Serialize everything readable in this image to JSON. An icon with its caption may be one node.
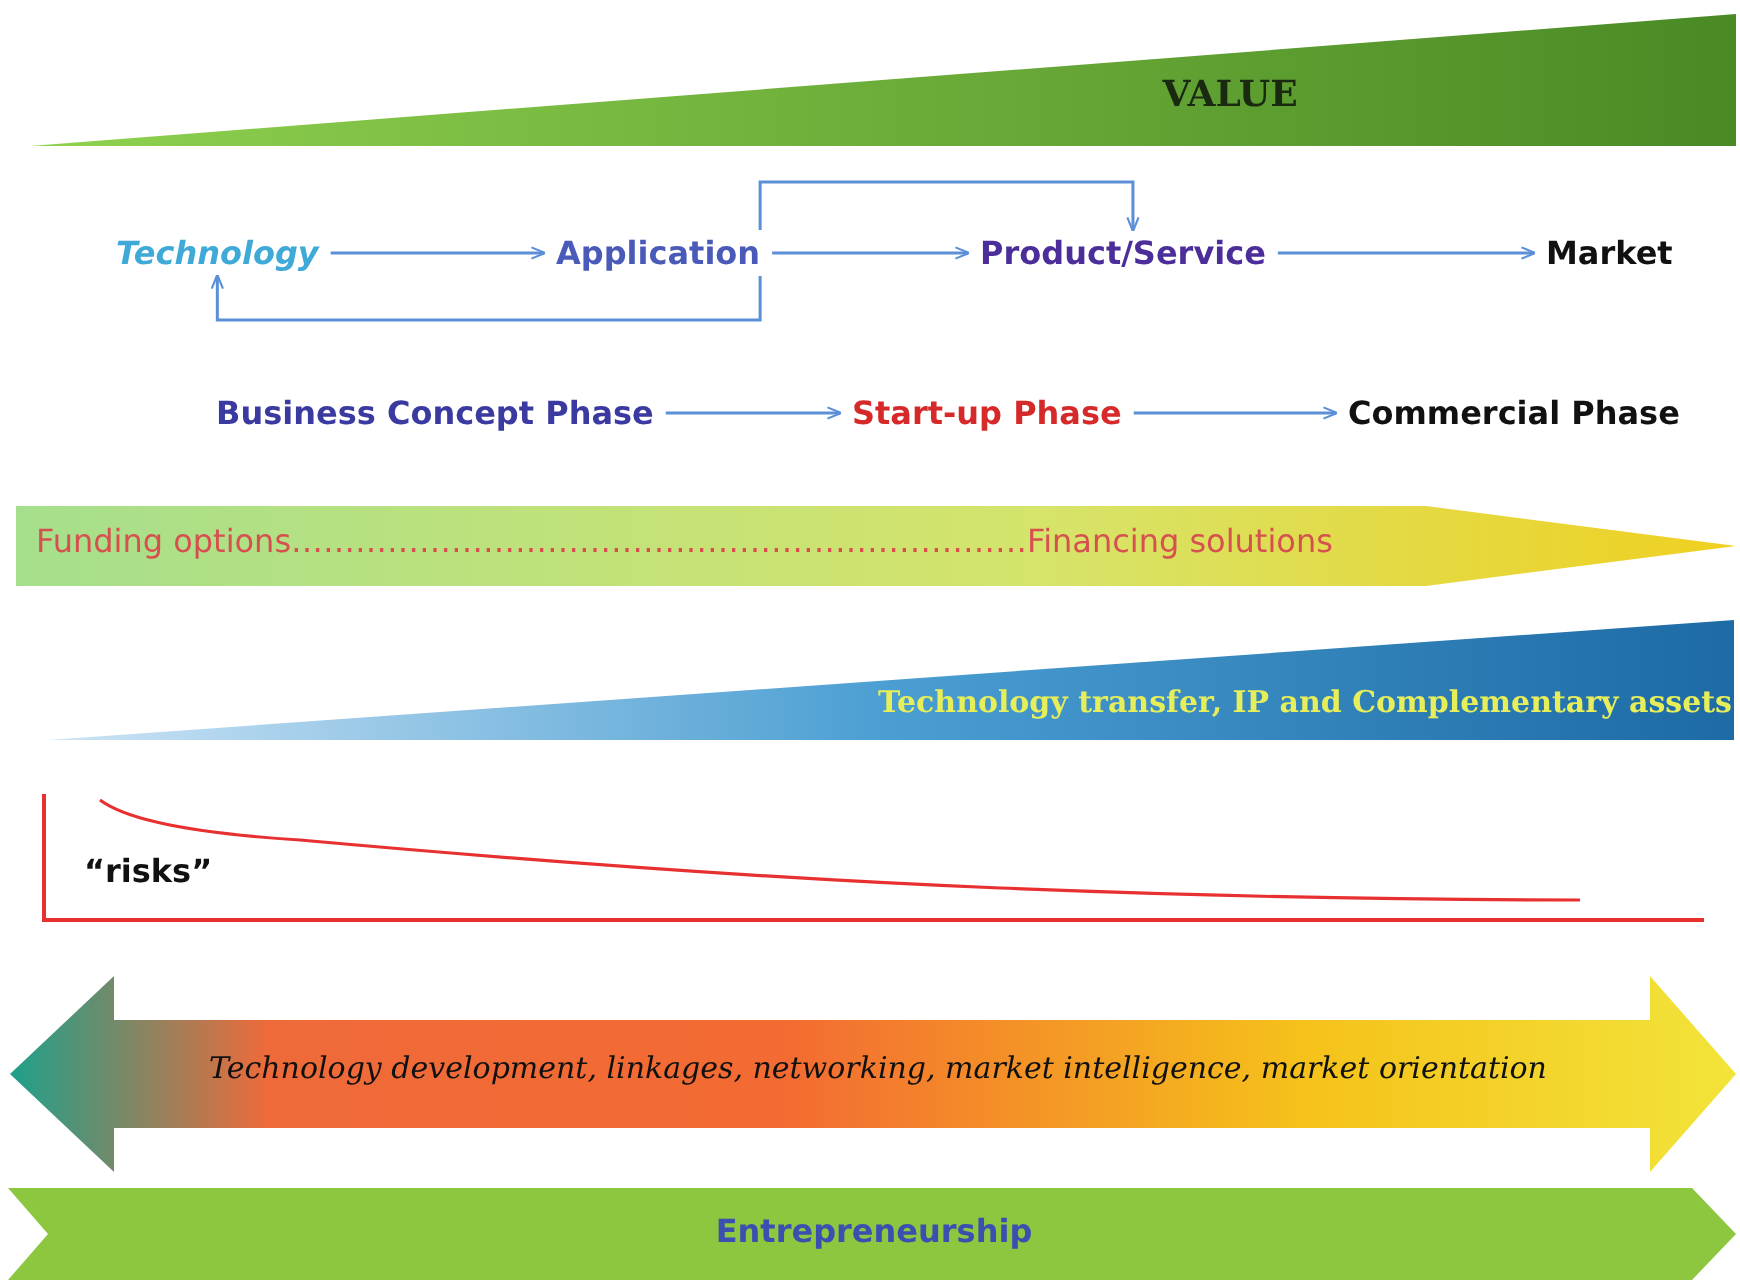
{
  "diagram": {
    "nodes": [
      {
        "text": [
          "VALUE"
        ]
      },
      {
        "text": [
          "Technology"
        ]
      },
      {
        "text": [
          "Application"
        ]
      },
      {
        "text": [
          "Product/Service"
        ]
      },
      {
        "text": [
          "Market"
        ]
      },
      {
        "text": [
          "Business Concept Phase"
        ]
      },
      {
        "text": [
          "Start-up Phase"
        ]
      },
      {
        "text": [
          "Commercial Phase"
        ]
      },
      {
        "text": [
          "Funding options……………………………………………………………Financing solutions"
        ]
      },
      {
        "text": [
          "Technology transfer, IP and Complementary assets"
        ]
      },
      {
        "text": [
          "Technology development, linkages, networking, market intelligence, market orientation"
        ]
      },
      {
        "text": [
          "Entrepreneurship"
        ]
      }
    ],
    "edges": [
      {
        "from": 1,
        "to": 2,
        "arrow": "to"
      },
      {
        "from": 2,
        "to": 1,
        "arrow": "to"
      },
      {
        "from": 2,
        "to": 3,
        "arrow": "to"
      },
      {
        "from": 2,
        "to": 3,
        "arrow": "to"
      },
      {
        "from": 3,
        "to": 4,
        "arrow": "to"
      },
      {
        "from": 5,
        "to": 6,
        "arrow": "to"
      },
      {
        "from": 6,
        "to": 7,
        "arrow": "to"
      }
    ],
    "labels": [
      "“risks”"
    ]
  }
}
